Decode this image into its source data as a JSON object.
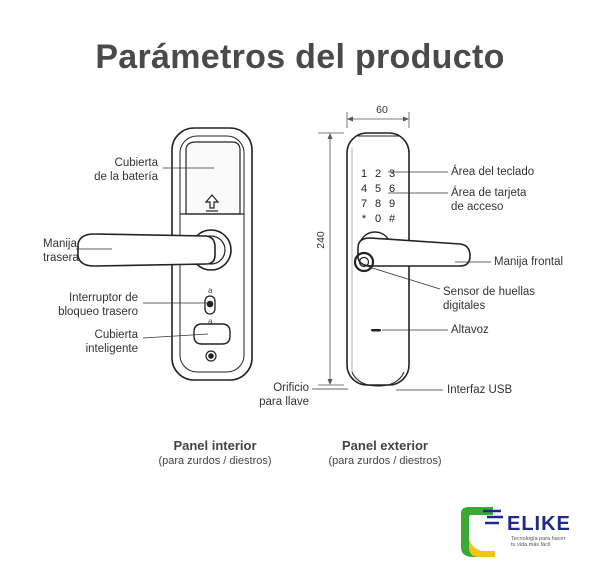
{
  "title": "Parámetros del producto",
  "labels": {
    "battery_cover": [
      "Cubierta",
      "de la batería"
    ],
    "rear_handle": [
      "Manija",
      "trasera"
    ],
    "rear_lock_switch": [
      "Interruptor de",
      "bloqueo trasero"
    ],
    "smart_cover": [
      "Cubierta",
      "inteligente"
    ],
    "keypad_area": "Área del teclado",
    "card_area": [
      "Área de tarjeta",
      "de acceso"
    ],
    "front_handle": "Manija frontal",
    "fingerprint_sensor": [
      "Sensor de huellas",
      "digitales"
    ],
    "speaker": "Altavoz",
    "key_hole": [
      "Orificio",
      "para llave"
    ],
    "usb_interface": "Interfaz USB"
  },
  "dimensions": {
    "width": "60",
    "height": "240"
  },
  "keypad": [
    "1",
    "2",
    "3",
    "4",
    "5",
    "6",
    "7",
    "8",
    "9",
    "*",
    "0",
    "#"
  ],
  "captions": {
    "interior": {
      "main": "Panel interior",
      "sub": "(para zurdos / diestros)"
    },
    "exterior": {
      "main": "Panel exterior",
      "sub": "(para zurdos / diestros)"
    }
  },
  "logo": {
    "word": "ELIKE",
    "tagline": [
      "Tecnología para hacer",
      "tu vida más fácil"
    ]
  },
  "colors": {
    "title": "#4a4a4a",
    "logo_blue": "#1d2a8a",
    "logo_green": "#3aa935",
    "logo_yellow": "#f2c318"
  }
}
